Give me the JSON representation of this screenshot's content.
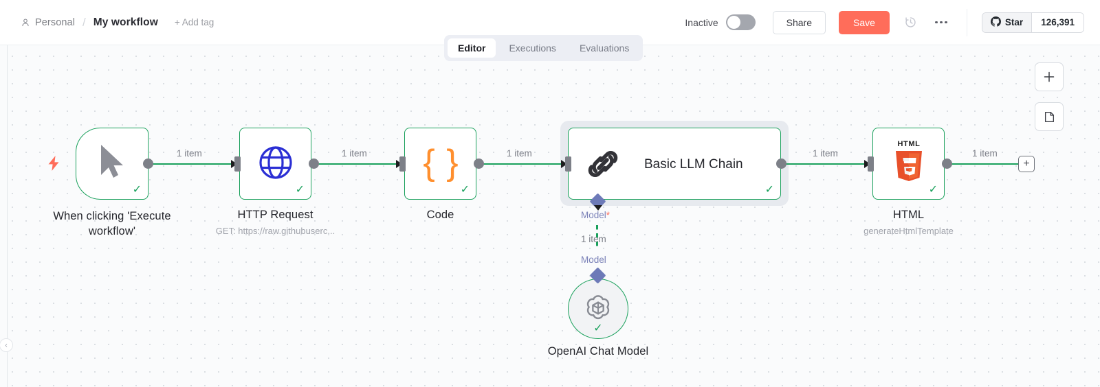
{
  "header": {
    "breadcrumb_project": "Personal",
    "breadcrumb_separator": "/",
    "workflow_name": "My workflow",
    "add_tag_label": "+ Add tag",
    "active_state_label": "Inactive",
    "share_label": "Share",
    "save_label": "Save",
    "history_icon": "clock-history-icon",
    "more_icon": "more-options-icon",
    "github": {
      "icon": "github-icon",
      "star_label": "Star",
      "star_count": "126,391"
    }
  },
  "tabs": [
    {
      "label": "Editor",
      "active": true
    },
    {
      "label": "Executions",
      "active": false
    },
    {
      "label": "Evaluations",
      "active": false
    }
  ],
  "canvas_controls": [
    {
      "name": "add-node-button",
      "icon": "plus-icon"
    },
    {
      "name": "add-sticky-note-button",
      "icon": "sticky-note-icon"
    }
  ],
  "nodes": [
    {
      "id": "trigger",
      "name": "When clicking 'Execute workflow'",
      "subtitle": "",
      "icon": "mouse-cursor-icon",
      "status": "success"
    },
    {
      "id": "http",
      "name": "HTTP Request",
      "subtitle": "GET: https://raw.githubuserc...",
      "icon": "globe-icon",
      "status": "success"
    },
    {
      "id": "code",
      "name": "Code",
      "subtitle": "",
      "icon": "curly-braces-icon",
      "status": "success"
    },
    {
      "id": "llm",
      "name": "Basic LLM Chain",
      "subtitle": "",
      "icon": "chain-link-icon",
      "status": "success",
      "selected": true
    },
    {
      "id": "html",
      "name": "HTML",
      "subtitle": "generateHtmlTemplate",
      "icon": "html5-icon",
      "status": "success"
    },
    {
      "id": "openai",
      "name": "OpenAI Chat Model",
      "subtitle": "",
      "icon": "openai-icon",
      "status": "success"
    }
  ],
  "connections": {
    "trigger_to_http": "1 item",
    "http_to_code": "1 item",
    "code_to_llm": "1 item",
    "llm_to_html": "1 item",
    "html_to_end": "1 item",
    "model_to_llm": "1 item"
  },
  "ports": {
    "model_required": "Model",
    "model_required_marker": "*",
    "model_plain": "Model"
  },
  "end_plus_label": "+",
  "colors": {
    "node_border": "#19a05b",
    "accent_save": "#ff6d5a",
    "connector_line": "#19a05b",
    "sub_port": "#6d7ab8",
    "canvas_bg": "#fafbfc"
  }
}
